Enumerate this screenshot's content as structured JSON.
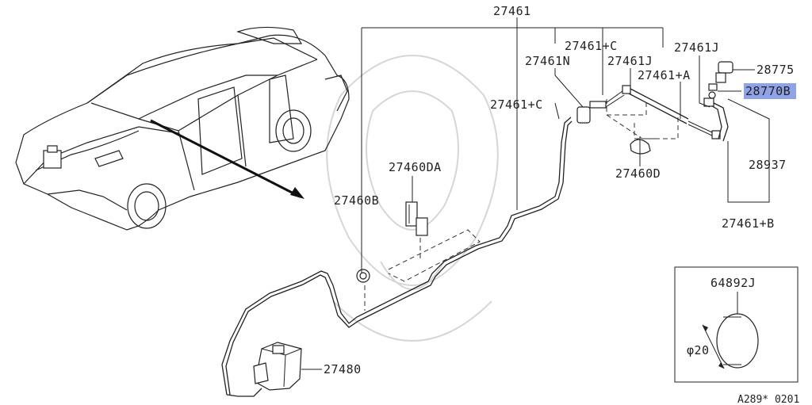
{
  "diagram": {
    "labels": {
      "hose_main": "27461",
      "hose_c_top": "27461+C",
      "hose_j_right": "27461J",
      "nozzle": "27461N",
      "hose_j_mid": "27461J",
      "hose_a": "27461+A",
      "hose_c_left": "27461+C",
      "check_valve": "28775",
      "washer_nozzle": "28770B",
      "connector": "28937",
      "hose_b": "27461+B",
      "clip_da": "27460DA",
      "clip_d": "27460D",
      "clip_b": "27460B",
      "tank": "27480",
      "grommet": "64892J",
      "diameter": "φ20",
      "footer_code": "A289* 0201"
    },
    "highlight_color": "#8fa3e8",
    "highlighted_part": "28770B"
  }
}
